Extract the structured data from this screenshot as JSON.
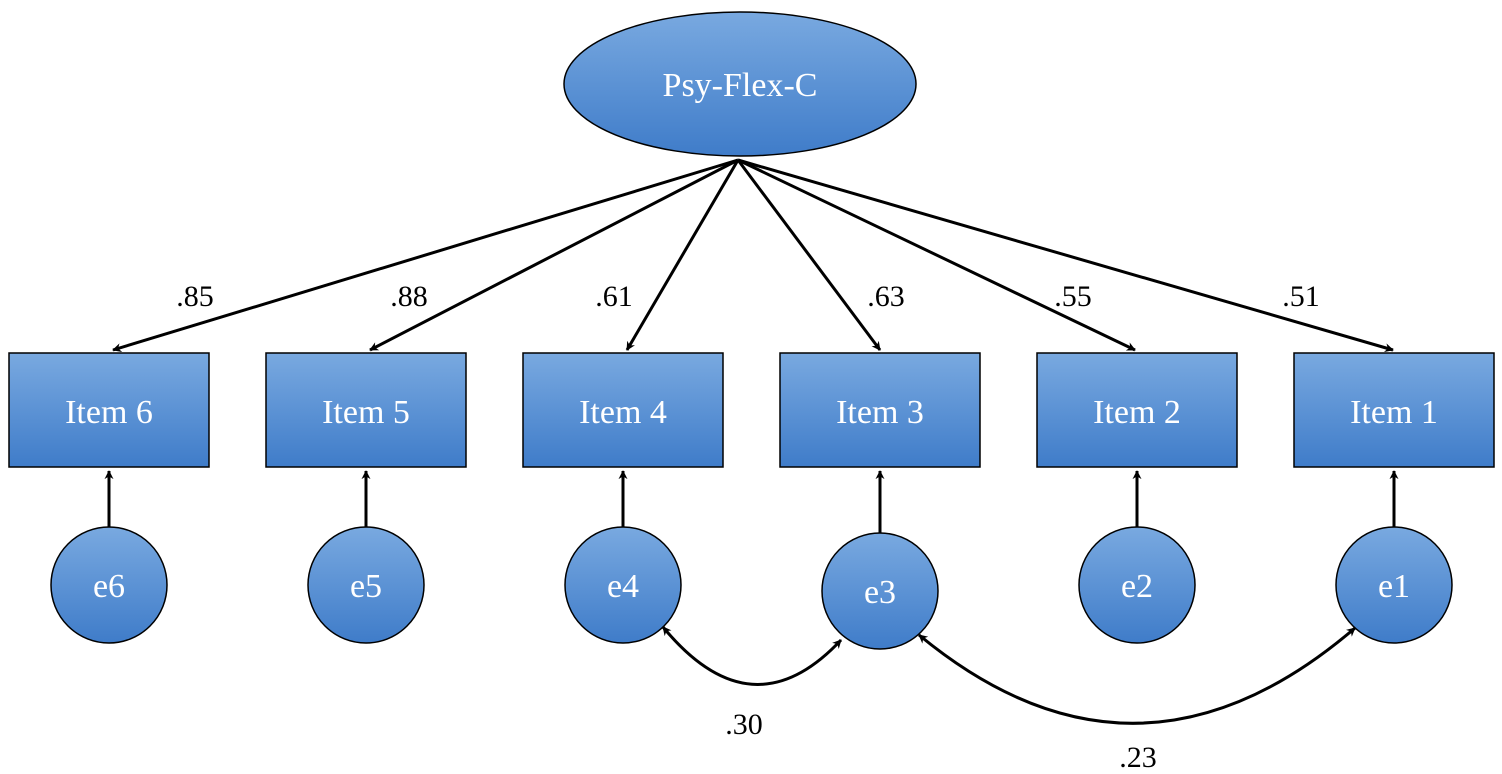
{
  "latent": {
    "label": "Psy-Flex-C"
  },
  "items": [
    {
      "label": "Item 6",
      "loading": ".85",
      "error": "e6"
    },
    {
      "label": "Item 5",
      "loading": ".88",
      "error": "e5"
    },
    {
      "label": "Item 4",
      "loading": ".61",
      "error": "e4"
    },
    {
      "label": "Item 3",
      "loading": ".63",
      "error": "e3"
    },
    {
      "label": "Item 2",
      "loading": ".55",
      "error": "e2"
    },
    {
      "label": "Item 1",
      "loading": ".51",
      "error": "e1"
    }
  ],
  "covariances": [
    {
      "from": "e4",
      "to": "e3",
      "value": ".30"
    },
    {
      "from": "e3",
      "to": "e1",
      "value": ".23"
    }
  ],
  "colors": {
    "node_fill_top": "#79A9E0",
    "node_fill_bottom": "#3F7CC9",
    "stroke": "#000000"
  }
}
